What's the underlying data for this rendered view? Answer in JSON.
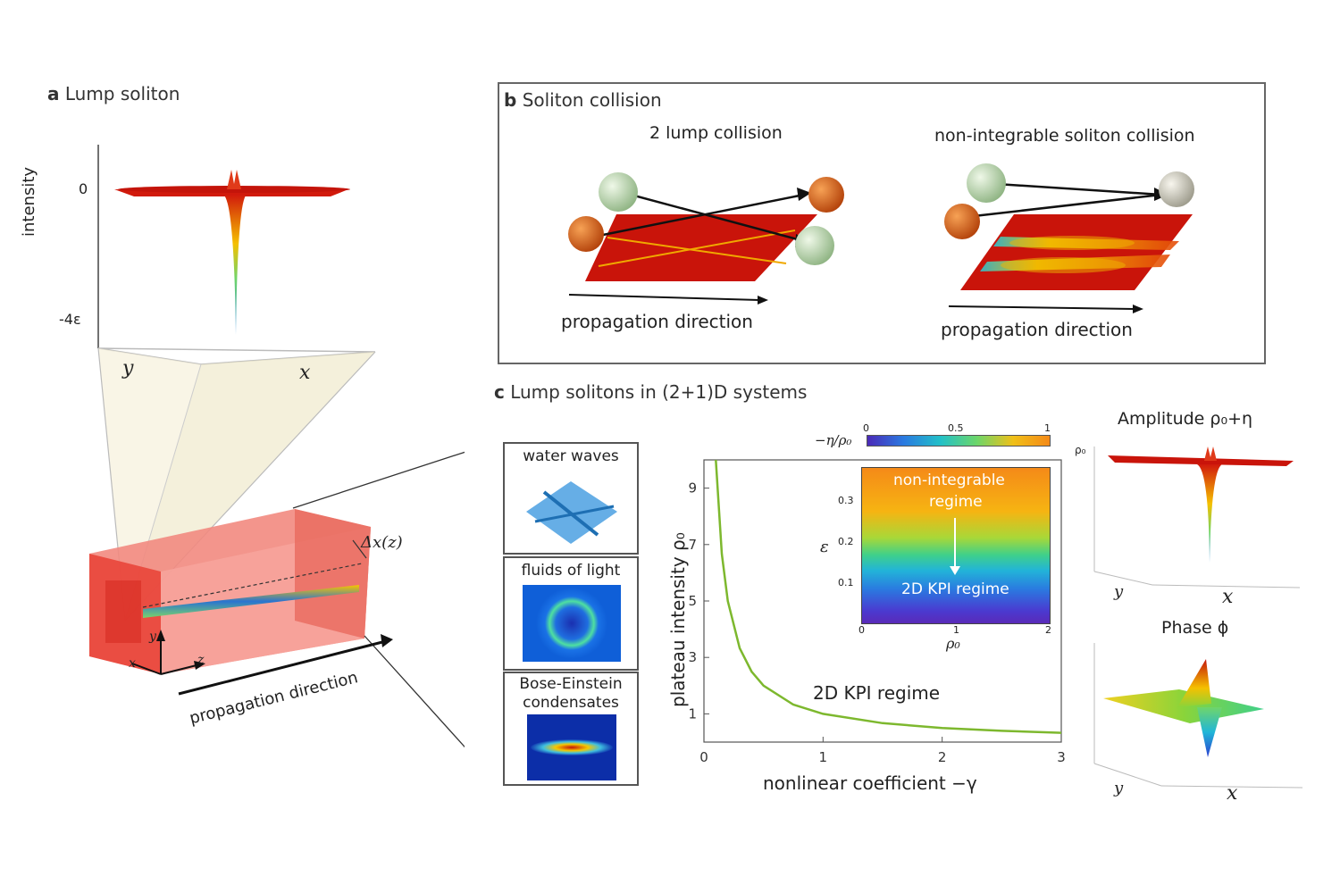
{
  "panel_a": {
    "letter": "a",
    "title": "Lump soliton",
    "axis_label": "intensity",
    "tick_top": "0",
    "tick_bottom": "-4ε",
    "y_label": "y",
    "x_label": "x",
    "delta_label": "Δx(z)",
    "propagation": "propagation direction",
    "axis_x": "x",
    "axis_y": "y",
    "axis_z": "z"
  },
  "panel_b": {
    "letter": "b",
    "title": "Soliton collision",
    "left_title": "2 lump collision",
    "right_title": "non-integrable soliton collision",
    "left_propagation": "propagation direction",
    "right_propagation": "propagation direction"
  },
  "panel_c": {
    "letter": "c",
    "title": "Lump solitons in  (2+1)D systems",
    "systems": [
      {
        "label": "water waves"
      },
      {
        "label": "fluids of light"
      },
      {
        "label": "Bose-Einstein condensates"
      }
    ],
    "amplitude_title": "Amplitude ρ₀+η",
    "amplitude_axis_tick": "ρ₀",
    "amplitude_y": "y",
    "amplitude_x": "x",
    "phase_title": "Phase ϕ",
    "phase_y": "y",
    "phase_x": "x"
  },
  "colors": {
    "red": "#d11a0c",
    "dark_red": "#b00d06",
    "green_ball": "#bfe0b0",
    "orange_ball": "#e0620f",
    "grey_ball": "#d8d6c8",
    "curve": "#7db82e",
    "box_border": "#555555"
  },
  "chart_data": {
    "type": "line",
    "xlabel": "nonlinear coefficient −γ",
    "ylabel": "plateau intensity  ρ₀",
    "xlim": [
      0,
      3
    ],
    "ylim": [
      0,
      10
    ],
    "x_ticks": [
      "0",
      "1",
      "2",
      "3"
    ],
    "y_ticks": [
      "1",
      "3",
      "5",
      "7",
      "9"
    ],
    "annotation": "2D KPI regime",
    "series": [
      {
        "x": [
          0.1,
          0.15,
          0.2,
          0.3,
          0.4,
          0.5,
          0.75,
          1.0,
          1.5,
          2.0,
          2.5,
          3.0
        ],
        "values": [
          10.0,
          6.67,
          5.0,
          3.33,
          2.5,
          2.0,
          1.33,
          1.0,
          0.67,
          0.5,
          0.4,
          0.33
        ]
      }
    ],
    "inset": {
      "type": "heatmap",
      "xlabel": "ρ₀",
      "ylabel": "ε",
      "x_ticks": [
        "0",
        "1",
        "2"
      ],
      "y_ticks": [
        "0.1",
        "0.2",
        "0.3"
      ],
      "xlim": [
        0,
        2
      ],
      "ylim": [
        0,
        0.37
      ],
      "colorbar_label": "−η/ρ₀",
      "colorbar_ticks": [
        "0",
        "0.5",
        "1"
      ],
      "top_label_line1": "non-integrable",
      "top_label_line2": "regime",
      "bottom_label": "2D KPI regime"
    }
  }
}
